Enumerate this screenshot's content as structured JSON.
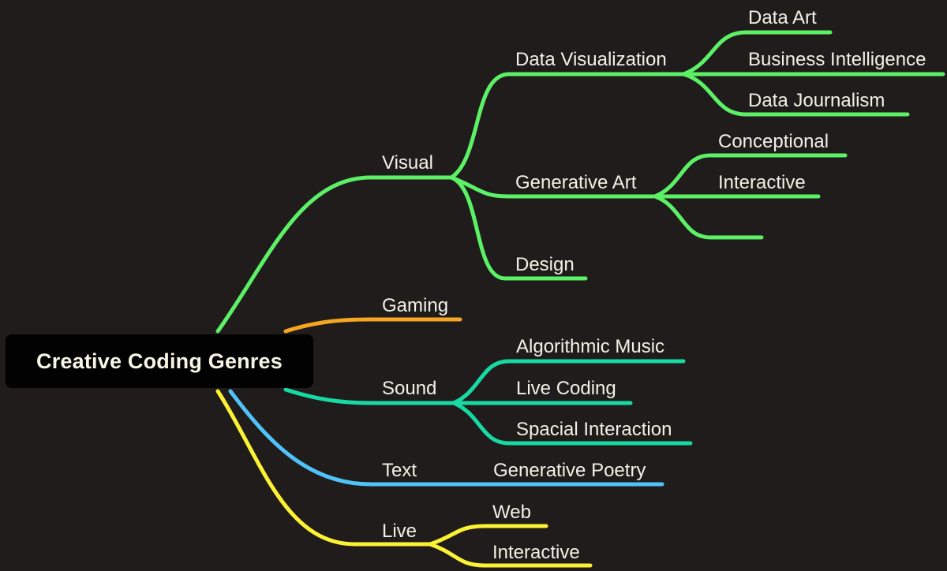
{
  "title": "Creative Coding Genres",
  "colors": {
    "background": "#1f1c1b",
    "root_fill": "#020202",
    "text": "#f3f1e6",
    "visual": "#5cf067",
    "gaming": "#f5a623",
    "sound": "#17d9a3",
    "text_branch": "#4fc3f7",
    "live": "#fcf234"
  },
  "root": {
    "label": "Creative Coding Genres"
  },
  "branches": [
    {
      "label": "Visual",
      "color": "#5cf067",
      "children": [
        {
          "label": "Data Visualization",
          "children": [
            {
              "label": "Data Art"
            },
            {
              "label": "Business Intelligence"
            },
            {
              "label": "Data Journalism"
            }
          ]
        },
        {
          "label": "Generative Art",
          "children": [
            {
              "label": "Conceptional"
            },
            {
              "label": "Interactive"
            },
            {
              "label": ""
            }
          ]
        },
        {
          "label": "Design"
        }
      ]
    },
    {
      "label": "Gaming",
      "color": "#f5a623",
      "children": []
    },
    {
      "label": "Sound",
      "color": "#17d9a3",
      "children": [
        {
          "label": "Algorithmic Music"
        },
        {
          "label": "Live Coding"
        },
        {
          "label": "Spacial Interaction"
        }
      ]
    },
    {
      "label": "Text",
      "color": "#4fc3f7",
      "children": [
        {
          "label": "Generative Poetry"
        }
      ]
    },
    {
      "label": "Live",
      "color": "#fcf234",
      "children": [
        {
          "label": "Web"
        },
        {
          "label": "Interactive"
        }
      ]
    }
  ]
}
